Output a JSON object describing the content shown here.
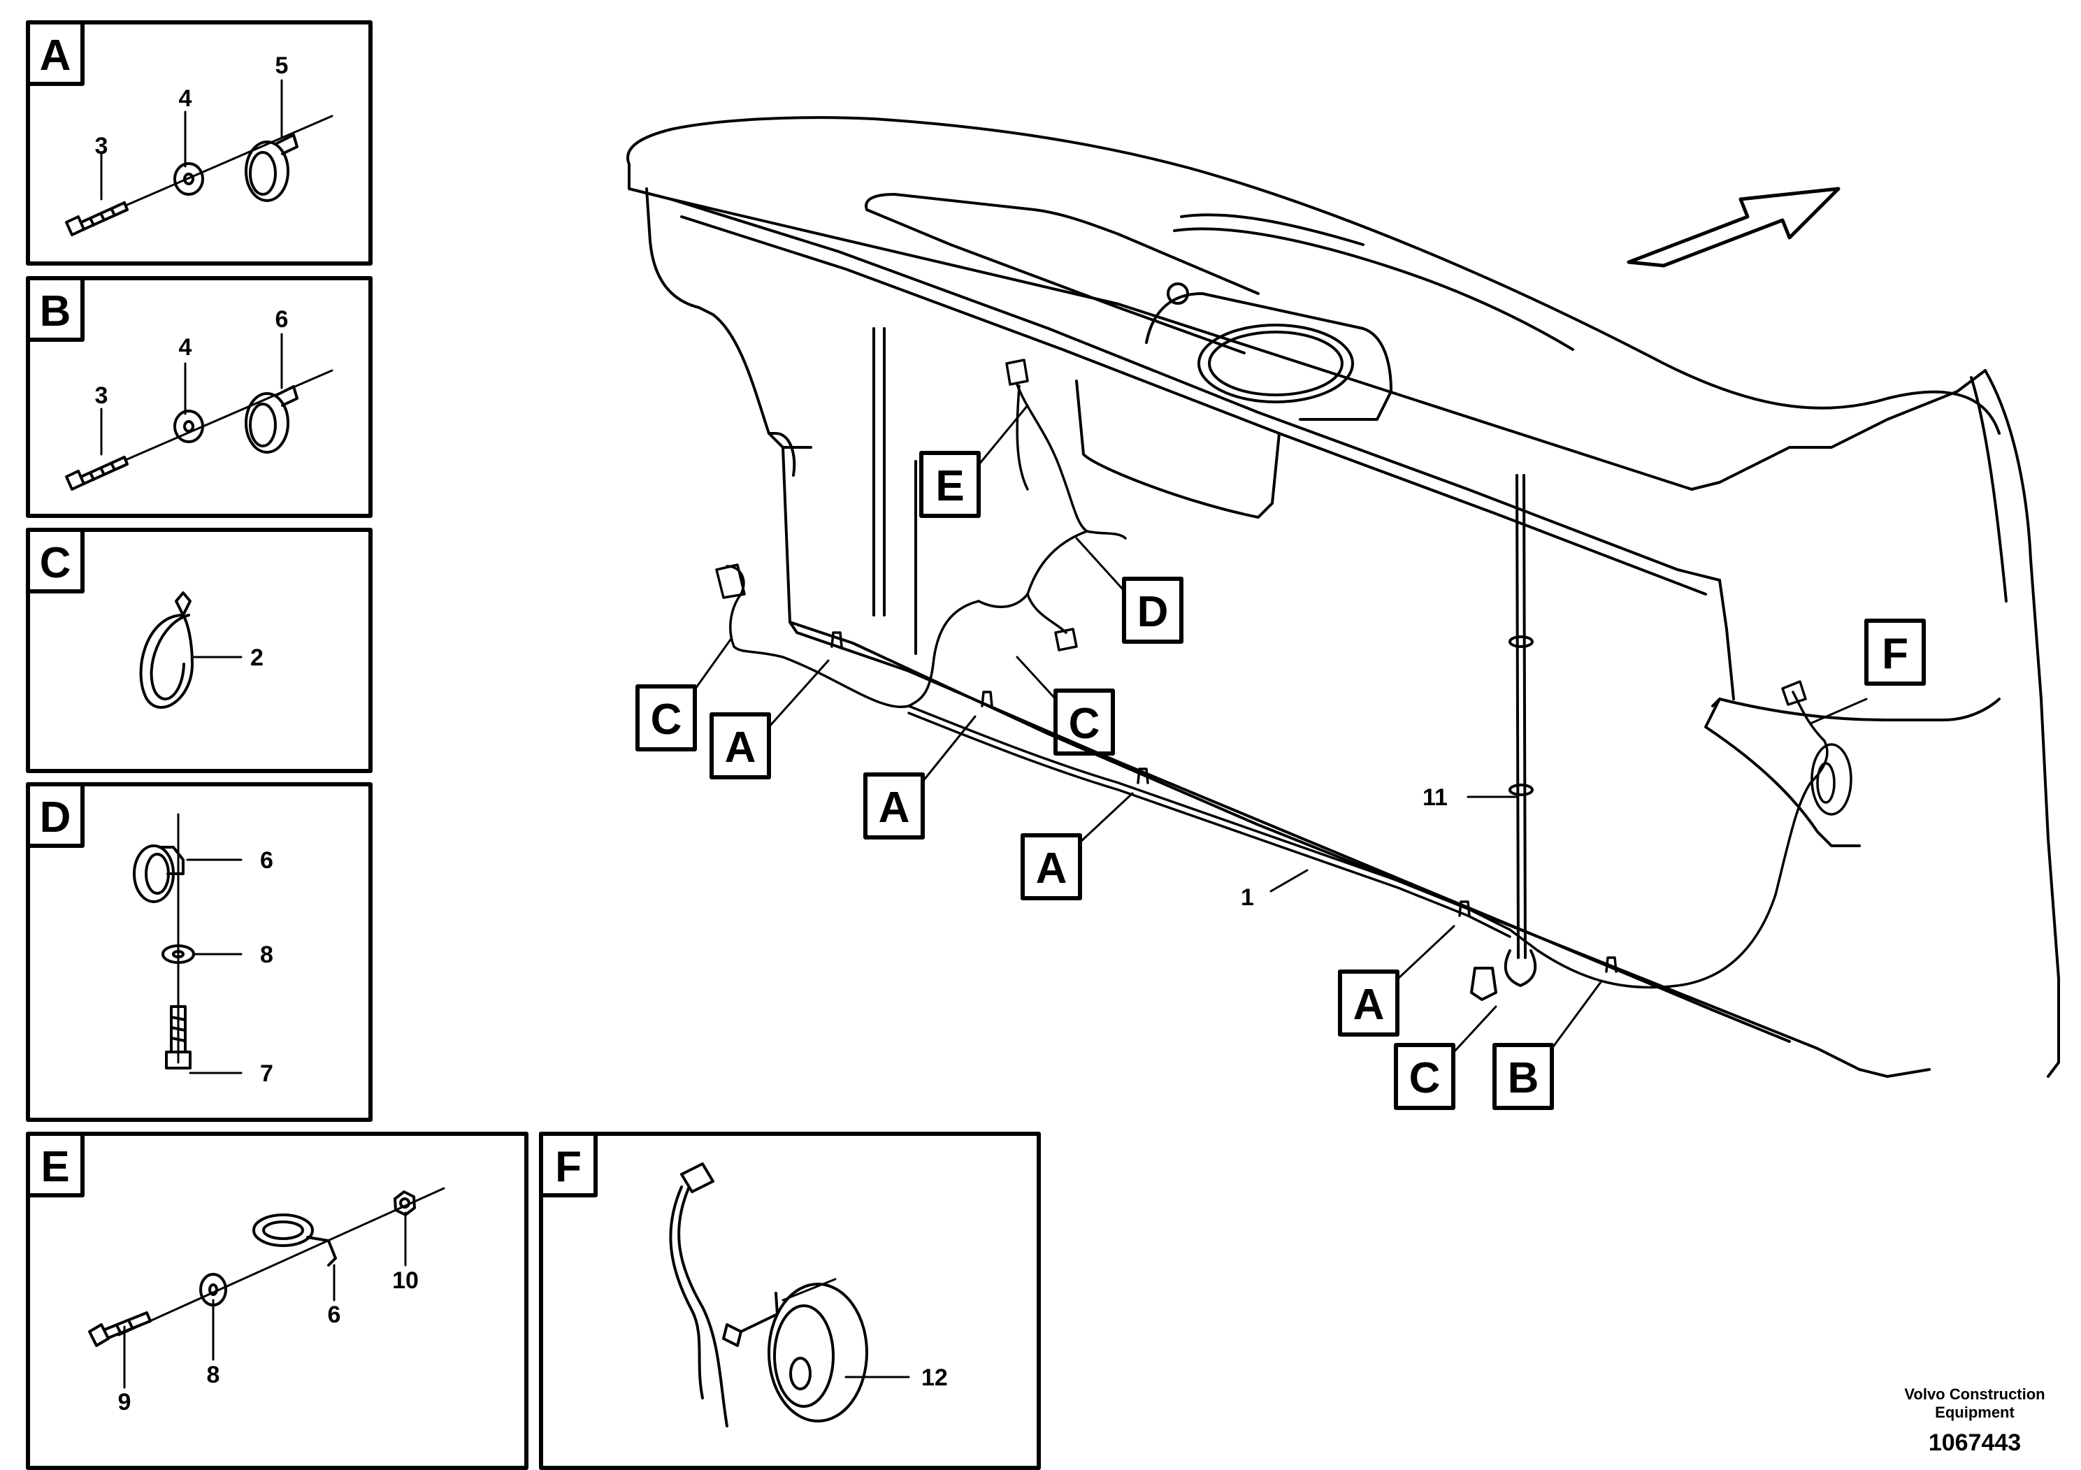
{
  "detail_panels": [
    {
      "letter": "A",
      "parts": [
        "3",
        "4",
        "5"
      ]
    },
    {
      "letter": "B",
      "parts": [
        "3",
        "4",
        "6"
      ]
    },
    {
      "letter": "C",
      "parts": [
        "2"
      ]
    },
    {
      "letter": "D",
      "parts": [
        "6",
        "8",
        "7"
      ]
    },
    {
      "letter": "E",
      "parts": [
        "9",
        "8",
        "6",
        "10"
      ]
    },
    {
      "letter": "F",
      "parts": [
        "12"
      ]
    }
  ],
  "main_callouts": [
    "E",
    "D",
    "F",
    "C",
    "A",
    "C",
    "A",
    "A",
    "A",
    "C",
    "B"
  ],
  "main_part_numbers": [
    "11",
    "1"
  ],
  "footer": {
    "company_line1": "Volvo Construction",
    "company_line2": "Equipment",
    "drawing_number": "1067443"
  }
}
